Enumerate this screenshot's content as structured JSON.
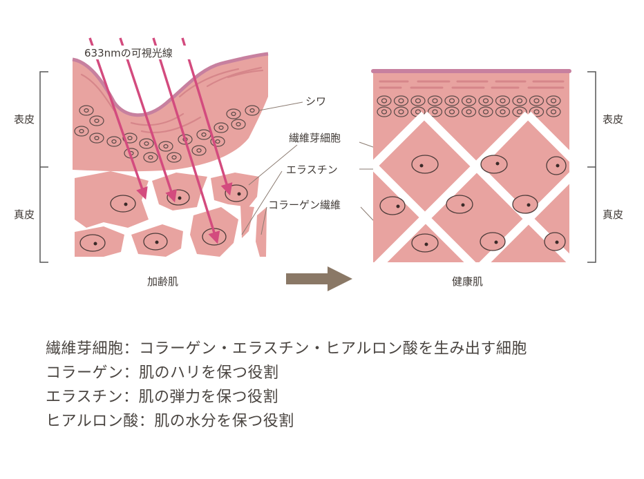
{
  "diagram": {
    "light_label": "633nmの可視光線",
    "wrinkle_label": "シワ",
    "fibroblast_label": "繊維芽細胞",
    "elastin_label": "エラスチン",
    "collagen_label": "コラーゲン繊維",
    "left": {
      "epidermis_label": "表皮",
      "dermis_label": "真皮",
      "caption": "加齢肌"
    },
    "right": {
      "epidermis_label": "表皮",
      "dermis_label": "真皮",
      "caption": "健康肌"
    }
  },
  "legend": [
    "繊維芽細胞：コラーゲン・エラスチン・ヒアルロン酸を生み出す細胞",
    "コラーゲン：肌のハリを保つ役割",
    "エラスチン：肌の弾力を保つ役割",
    "ヒアルロン酸：肌の水分を保つ役割"
  ],
  "colors": {
    "skin": "#e8a3a0",
    "skin_dark": "#d6868a",
    "top_line": "#c7809f",
    "arrow_light": "#d34b7e",
    "arrow_transition": "#8a7866",
    "text": "#4a4541"
  }
}
